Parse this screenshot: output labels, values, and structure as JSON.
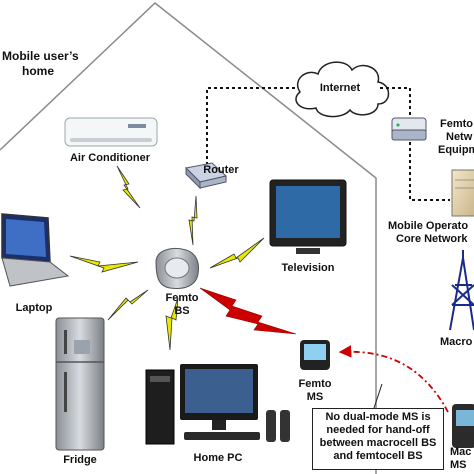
{
  "home_label": [
    "Mobile user’s",
    "home"
  ],
  "internet_label": "Internet",
  "devices": {
    "air_conditioner": "Air Conditioner",
    "router": "Router",
    "laptop": "Laptop",
    "television": "Television",
    "femto_bs": [
      "Femto",
      "BS"
    ],
    "fridge": "Fridge",
    "home_pc": "Home PC",
    "femto_ms": [
      "Femto",
      "MS"
    ]
  },
  "femto_network_equipment": [
    "Femto",
    "Netw",
    "Equipm"
  ],
  "mobile_operator_core": [
    "Mobile Operato",
    "Core Network"
  ],
  "macro_bs_label": "Macro",
  "macro_ms_label": [
    "Mac",
    "MS"
  ],
  "callout_text": [
    "No dual-mode MS is",
    "needed for hand-off",
    "between macrocell BS",
    "and femtocell BS"
  ],
  "colors": {
    "wireless_link": "#e8e800",
    "macro_link": "#cc0000",
    "handoff_arrow": "#cc0000",
    "house_outline": "#888888",
    "tower": "#1a2a8a"
  }
}
